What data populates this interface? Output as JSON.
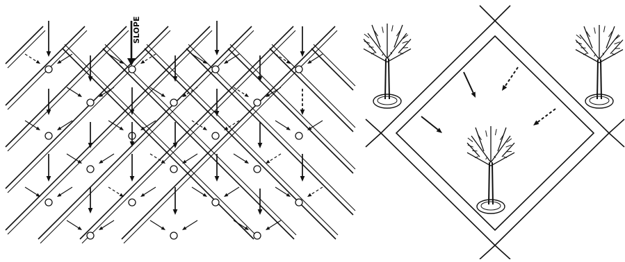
{
  "figure": {
    "left_panel": {
      "slope_label": "SLOPE",
      "description_icons": [
        "grid-of-diamond-basins",
        "downhill-arrow-icon",
        "runoff-arrow-icon",
        "outlet-circle-icon"
      ]
    },
    "right_panel": {
      "description_icons": [
        "tree-icon",
        "berm-ridge",
        "inflow-arrow-icon",
        "mulch-basin"
      ]
    },
    "colors": {
      "ink": "#111111",
      "paper": "#ffffff"
    }
  }
}
